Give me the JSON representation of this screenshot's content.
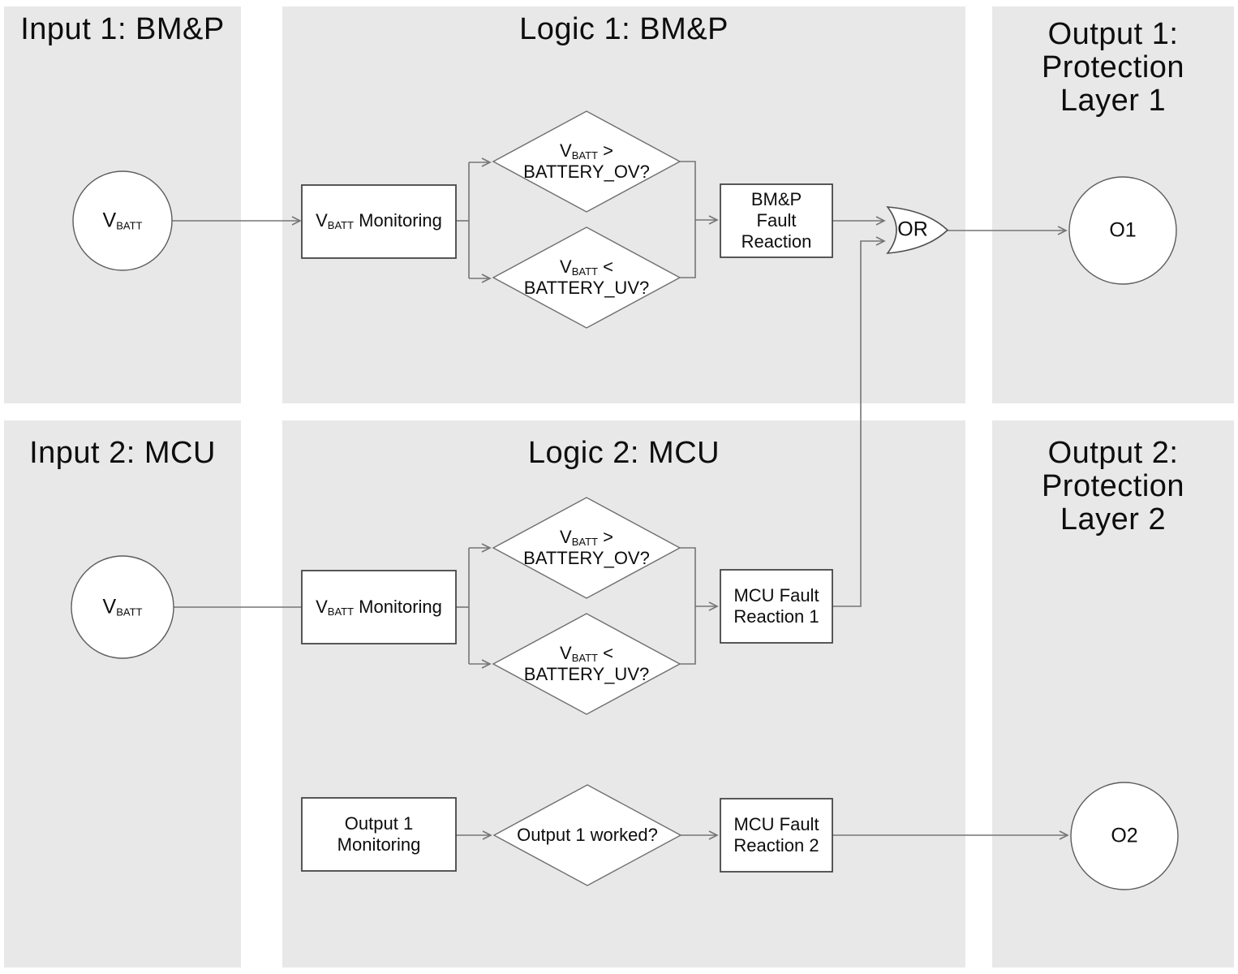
{
  "panels": {
    "input1": {
      "title": "Input 1: BM&P"
    },
    "logic1": {
      "title": "Logic 1: BM&P"
    },
    "output1": {
      "title": "Output 1:\nProtection\nLayer 1"
    },
    "input2": {
      "title": "Input 2: MCU"
    },
    "logic2": {
      "title": "Logic 2: MCU"
    },
    "output2": {
      "title": "Output 2:\nProtection\nLayer 2"
    }
  },
  "nodes": {
    "input1_vbatt": {
      "v": "V",
      "sub": "BATT"
    },
    "logic1_monitoring": {
      "v": "V",
      "sub": "BATT",
      "rest": " Monitoring"
    },
    "logic1_ov": {
      "v": "V",
      "sub": "BATT",
      "op": " >",
      "line2": "BATTERY_OV?"
    },
    "logic1_uv": {
      "v": "V",
      "sub": "BATT",
      "op": " <",
      "line2": "BATTERY_UV?"
    },
    "logic1_fault": {
      "label": "BM&P\nFault\nReaction"
    },
    "or_gate": {
      "label": "OR"
    },
    "output1_o1": {
      "label": "O1"
    },
    "input2_vbatt": {
      "v": "V",
      "sub": "BATT"
    },
    "logic2_monitoring": {
      "v": "V",
      "sub": "BATT",
      "rest": " Monitoring"
    },
    "logic2_ov": {
      "v": "V",
      "sub": "BATT",
      "op": " >",
      "line2": "BATTERY_OV?"
    },
    "logic2_uv": {
      "v": "V",
      "sub": "BATT",
      "op": " <",
      "line2": "BATTERY_UV?"
    },
    "logic2_fault1": {
      "label": "MCU Fault\nReaction 1"
    },
    "logic2_out1_monitor": {
      "label": "Output 1\nMonitoring"
    },
    "logic2_out1_worked": {
      "label": "Output 1 worked?"
    },
    "logic2_fault2": {
      "label": "MCU Fault\nReaction 2"
    },
    "output2_o2": {
      "label": "O2"
    }
  },
  "colors": {
    "panel_bg": "#e8e8e8",
    "wire": "#757575",
    "shape_fill": "#ffffff",
    "box_border": "#464646",
    "text": "#0d0d0d"
  }
}
